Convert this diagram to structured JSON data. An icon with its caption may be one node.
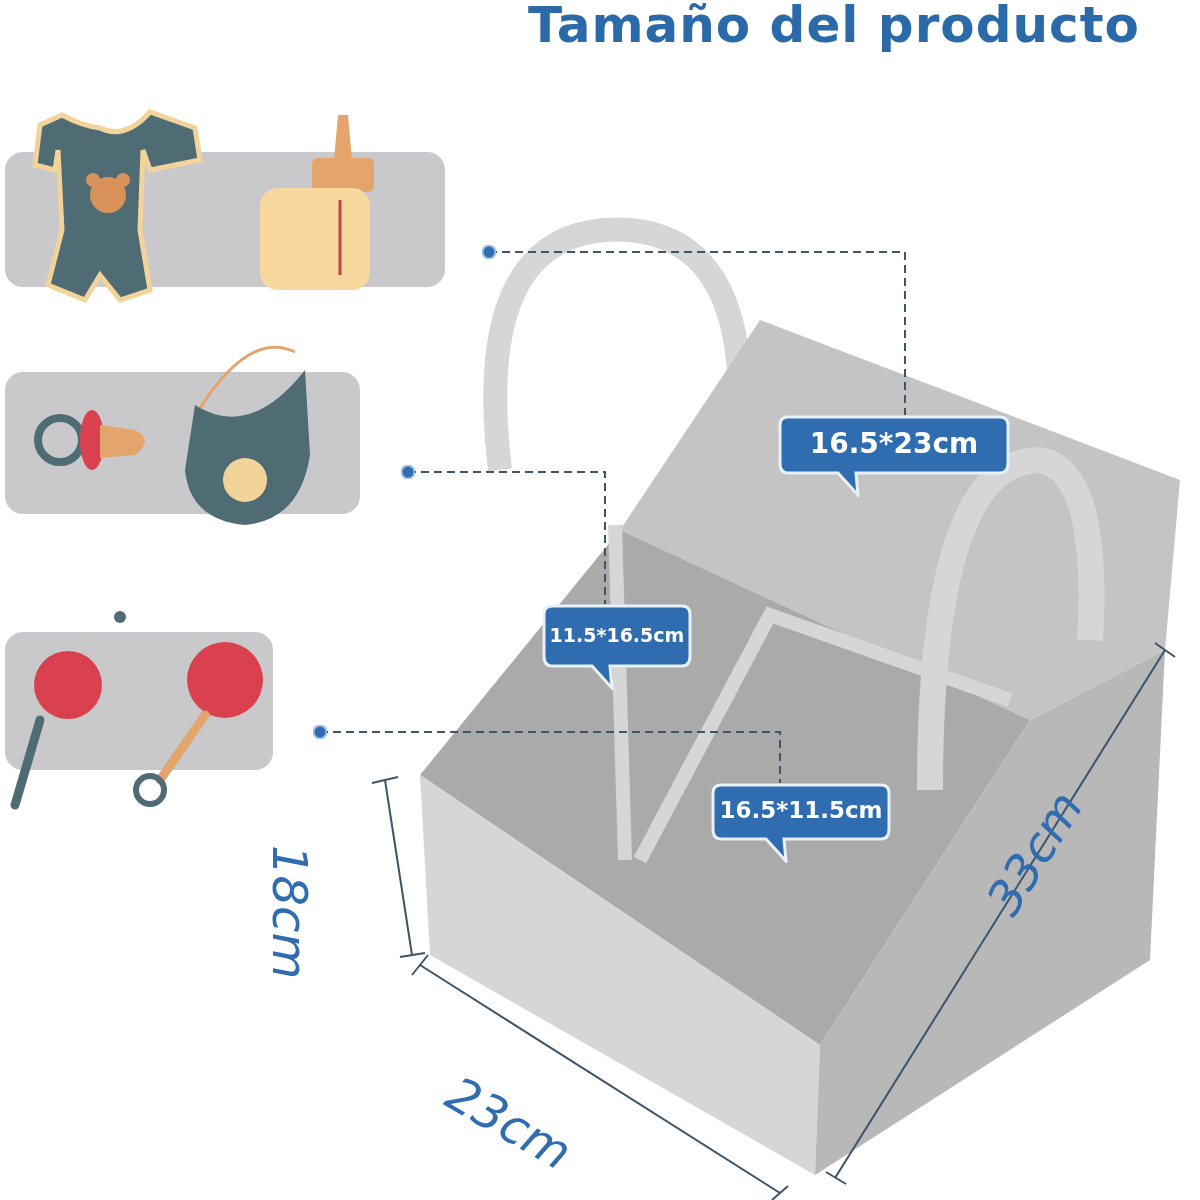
{
  "diagram": {
    "title": "Tamaño del producto",
    "nodes": [
      {
        "text": [
          "16.5*23cm"
        ]
      },
      {
        "text": [
          "11.5*16.5cm"
        ]
      },
      {
        "text": [
          "16.5*11.5cm"
        ]
      }
    ],
    "edges": [
      {
        "from": null,
        "to": 0,
        "arrow": "other",
        "style": "dashed"
      },
      {
        "from": null,
        "to": 1,
        "arrow": "other",
        "style": "dashed"
      },
      {
        "from": null,
        "to": 2,
        "arrow": "other",
        "style": "dashed"
      }
    ],
    "labels": [
      "18cm",
      "23cm",
      "33cm"
    ]
  }
}
